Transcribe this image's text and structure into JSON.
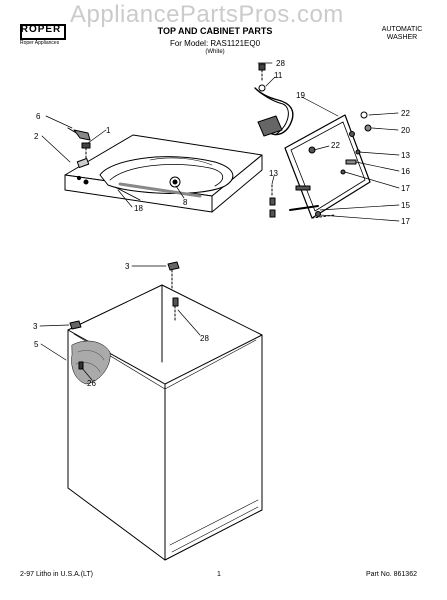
{
  "watermark": "AppliancePartsPros.com",
  "logo": {
    "brand": "ROPER",
    "tagline": "Roper Appliances"
  },
  "header": {
    "title": "TOP AND CABINET PARTS",
    "model_line": "For Model: RAS1121EQ0",
    "color_line": "(White)",
    "product_type_line1": "AUTOMATIC",
    "product_type_line2": "WASHER"
  },
  "callouts": {
    "c28_top": "28",
    "c11": "11",
    "c19": "19",
    "c22a": "22",
    "c20": "20",
    "c22b": "22",
    "c13a": "13",
    "c16": "16",
    "c17a": "17",
    "c15": "15",
    "c17b": "17",
    "c13b": "13",
    "c6": "6",
    "c1": "1",
    "c2": "2",
    "c18": "18",
    "c8": "8",
    "c3a": "3",
    "c3b": "3",
    "c5": "5",
    "c28_mid": "28",
    "c26": "26"
  },
  "footer": {
    "left": "2-97 Litho in U.S.A.(LT)",
    "center": "1",
    "right": "Part No. 861362"
  }
}
